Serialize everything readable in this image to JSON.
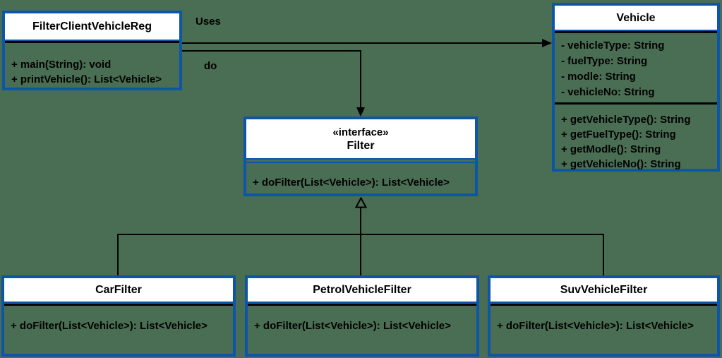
{
  "theme": {
    "bg_green": "#4a6e53",
    "accent_blue": "#0d55a6",
    "line_black": "#000000",
    "header_white": "#ffffff"
  },
  "diagram": {
    "classes": {
      "client": {
        "title": "FilterClientVehicleReg",
        "methods": [
          "+ main(String): void",
          "+ printVehicle(): List<Vehicle>"
        ]
      },
      "vehicle": {
        "title": "Vehicle",
        "attributes": [
          "- vehicleType: String",
          "- fuelType: String",
          "- modle: String",
          "- vehicleNo: String"
        ],
        "methods": [
          "+ getVehicleType(): String",
          "+ getFuelType(): String",
          "+ getModle(): String",
          "+ getVehicleNo(): String"
        ]
      },
      "filter": {
        "stereotype": "«interface»",
        "title": "Filter",
        "methods": [
          "+ doFilter(List<Vehicle>): List<Vehicle>"
        ]
      },
      "car_filter": {
        "title": "CarFilter",
        "methods": [
          "+ doFilter(List<Vehicle>): List<Vehicle>"
        ]
      },
      "petrol_filter": {
        "title": "PetrolVehicleFilter",
        "methods": [
          "+ doFilter(List<Vehicle>): List<Vehicle>"
        ]
      },
      "suv_filter": {
        "title": "SuvVehicleFilter",
        "methods": [
          "+ doFilter(List<Vehicle>): List<Vehicle>"
        ]
      }
    },
    "connectors": {
      "uses": {
        "label": "Uses",
        "type": "directed-association",
        "arrowhead": "filled-arrow"
      },
      "do": {
        "label": "do",
        "type": "directed-association",
        "arrowhead": "filled-arrow"
      },
      "implements": {
        "type": "realization",
        "arrowhead": "hollow-triangle"
      }
    }
  }
}
